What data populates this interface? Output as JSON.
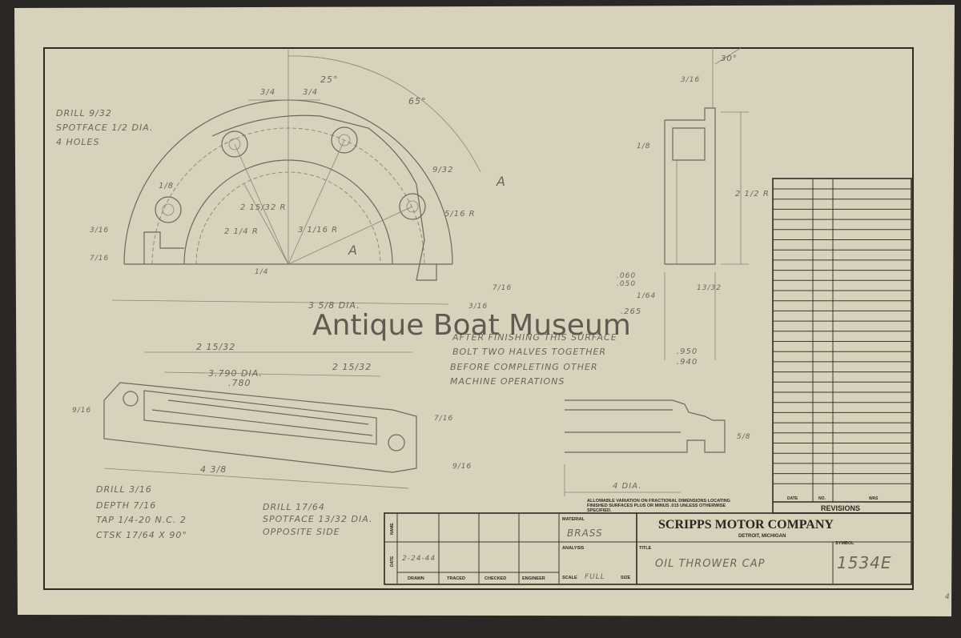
{
  "watermark": "Antique Boat Museum",
  "flange_view": {
    "drill_note": [
      "DRILL 9/32",
      "SPOTFACE 1/2 DIA.",
      "4 HOLES"
    ],
    "dims": [
      "3/4",
      "3/4",
      "25°",
      "65°",
      "9/32",
      "5/16 R",
      "2 15/32 R",
      "2 1/4 R",
      "3 1/16 R",
      "1/8",
      "3/16",
      "7/16",
      "1/4",
      "3 5/8 DIA.",
      "3/16",
      "7/16"
    ],
    "section_mark": "A"
  },
  "side_view": {
    "dims": [
      "30°",
      "3/16",
      "1/8",
      "2 1/2 R",
      ".060",
      ".050",
      "1/64",
      "13/32",
      ".265",
      ".950",
      ".940"
    ]
  },
  "note": [
    "AFTER FINISHING THIS SURFACE",
    "BOLT TWO HALVES TOGETHER",
    "BEFORE COMPLETING OTHER",
    "MACHINE OPERATIONS"
  ],
  "plan_view": {
    "dims": [
      "2 15/32",
      "2 15/32",
      "3.790 DIA.",
      ".780",
      "4 3/8",
      "9/16",
      "7/16",
      "9/16"
    ]
  },
  "section_view": {
    "dims": [
      "4 DIA.",
      "5/8"
    ]
  },
  "drill_note_left": [
    "DRILL 3/16",
    "DEPTH 7/16",
    "TAP 1/4-20 N.C. 2",
    "CTSK 17/64 X 90°"
  ],
  "drill_note_right": [
    "DRILL 17/64",
    "SPOTFACE 13/32 DIA.",
    "OPPOSITE SIDE"
  ],
  "tolerance_note": [
    "ALLOWABLE VARIATION ON FRACTIONAL DIMENSIONS LOCATING",
    "FINISHED SURFACES PLUS OR MINUS .015 UNLESS OTHERWISE",
    "SPECIFIED."
  ],
  "revisions": {
    "title": "REVISIONS",
    "headers": [
      "DATE",
      "NO.",
      "WAS"
    ]
  },
  "title_block": {
    "name_label": "NAME",
    "date_label": "DATE",
    "date_value": "2-24-44",
    "columns": [
      "DRAWN",
      "TRACED",
      "CHECKED",
      "ENGINEER"
    ],
    "material_label": "MATERIAL",
    "material_value": "BRASS",
    "analysis_label": "ANALYSIS",
    "scale_label": "SCALE",
    "scale_value": "FULL",
    "size_label": "SIZE",
    "company": "SCRIPPS MOTOR COMPANY",
    "location": "DETROIT, MICHIGAN",
    "title_label": "TITLE",
    "title_value": "OIL THROWER CAP",
    "symbol_label": "SYMBOL",
    "symbol_value": "1534E"
  },
  "sheet_number": "4"
}
